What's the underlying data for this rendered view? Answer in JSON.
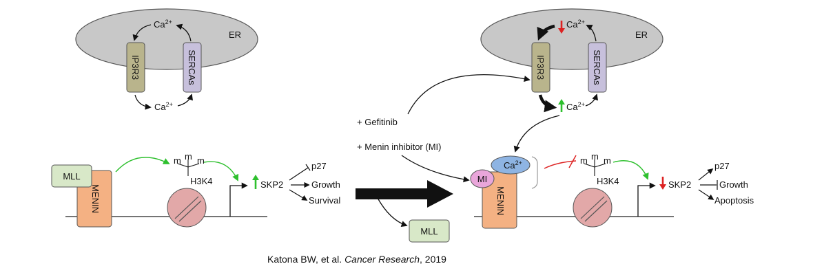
{
  "left_panel": {
    "er_label": "ER",
    "ip3r3_label": "IP3R3",
    "sercas_label": "SERCAs",
    "ca_top": "Ca",
    "ca_top_sup": "2+",
    "ca_bottom": "Ca",
    "ca_bottom_sup": "2+",
    "mll_label": "MLL",
    "menin_label": "MENIN",
    "methyl_m1": "m",
    "methyl_m2": "m",
    "methyl_m3": "m",
    "h3k4_label": "H3K4",
    "skp2_label": "SKP2",
    "p27_label": "p27",
    "growth_label": "Growth",
    "survival_label": "Survival"
  },
  "middle": {
    "gefitinib_label": "+ Gefitinib",
    "menin_inhibitor_label": "+ Menin inhibitor (MI)",
    "mll_label": "MLL"
  },
  "right_panel": {
    "er_label": "ER",
    "ip3r3_label": "IP3R3",
    "sercas_label": "SERCAs",
    "ca_top": "Ca",
    "ca_top_sup": "2+",
    "ca_bottom": "Ca",
    "ca_bottom_sup": "2+",
    "ca_bubble": "Ca",
    "ca_bubble_sup": "2+",
    "mi_label": "MI",
    "menin_label": "MENIN",
    "methyl_m1": "m",
    "methyl_m2": "m",
    "methyl_m3": "m",
    "h3k4_label": "H3K4",
    "skp2_label": "SKP2",
    "p27_label": "p27",
    "growth_label": "Growth",
    "apoptosis_label": "Apoptosis"
  },
  "citation": {
    "authors": "Katona BW, et al.",
    "journal": "Cancer Research",
    "year": ", 2019"
  },
  "colors": {
    "er_fill": "#c8c8c8",
    "ip3r3_fill": "#b9b48c",
    "sercas_fill": "#c7c0dc",
    "mll_fill": "#d8e8c8",
    "menin_fill": "#f4b183",
    "nucleosome_fill": "#e2a8a8",
    "mi_fill": "#e9a6da",
    "ca_bubble_fill": "#8eb4e3",
    "up_green": "#2ec02e",
    "down_red": "#dd2222"
  }
}
